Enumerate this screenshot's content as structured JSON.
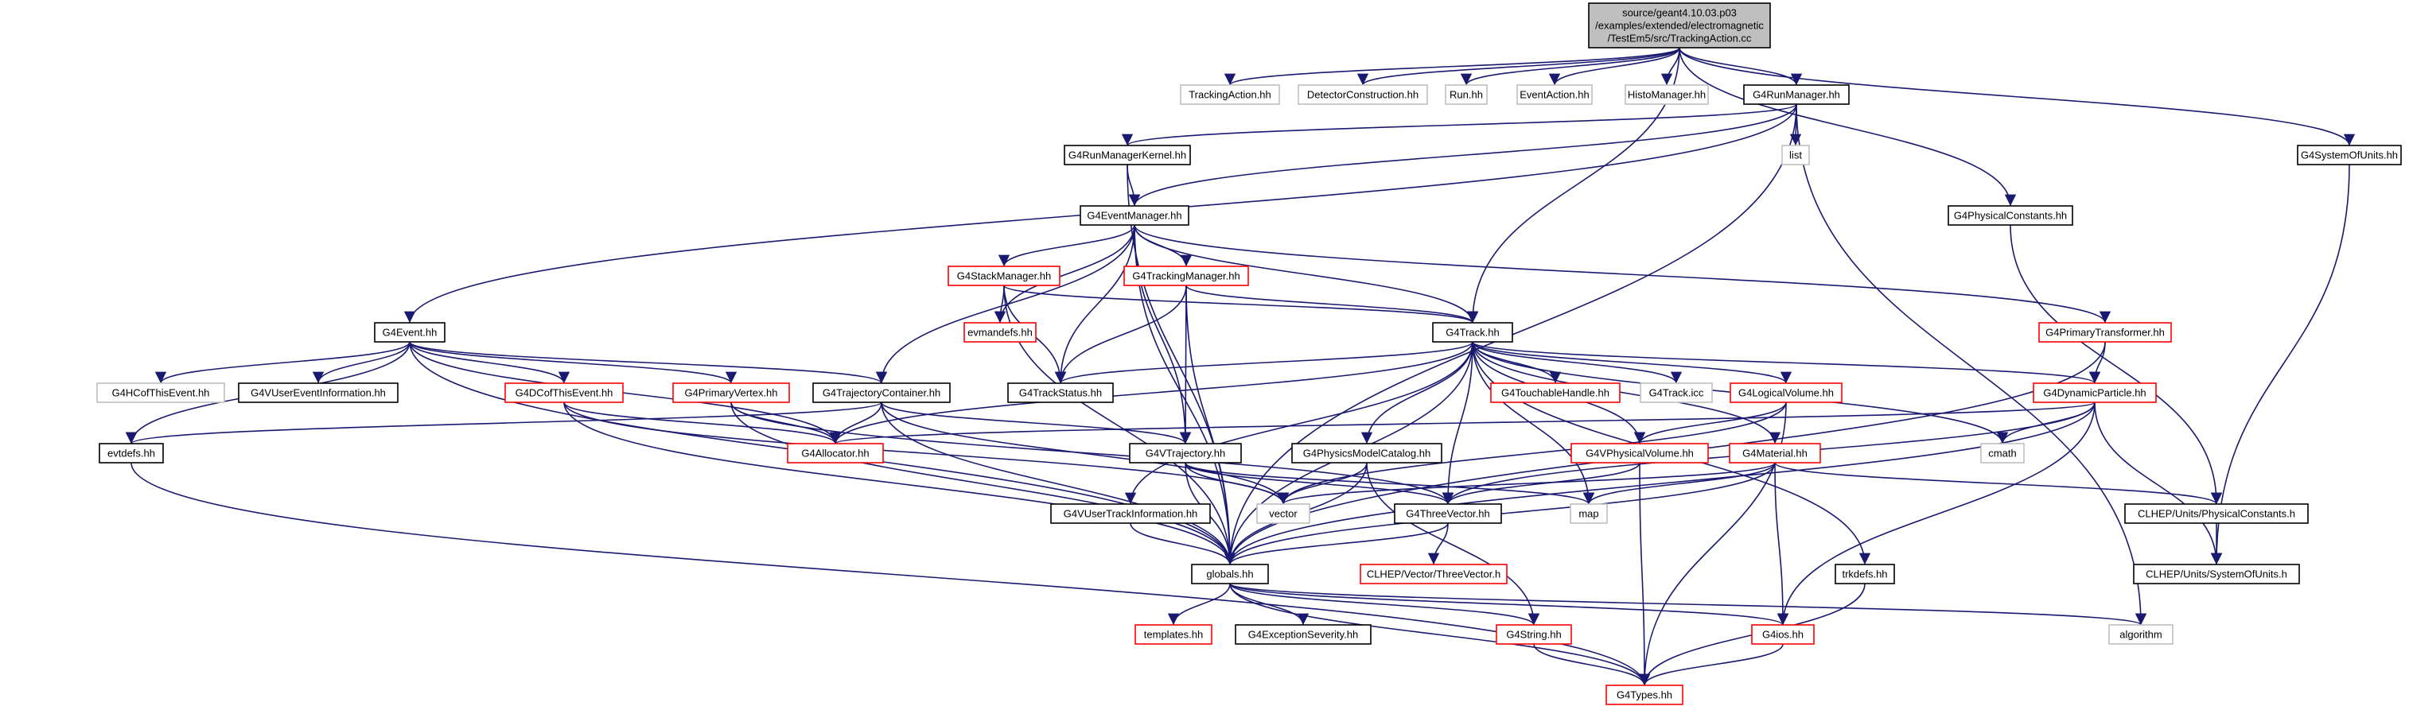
{
  "nodes": [
    {
      "id": "root",
      "label": "source/geant4.10.03.p03\n/examples/extended/electromagnetic\n/TestEm5/src/TrackingAction.cc",
      "style": "root"
    },
    {
      "id": "TrackingAction",
      "label": "TrackingAction.hh",
      "style": "gray"
    },
    {
      "id": "DetectorConstruction",
      "label": "DetectorConstruction.hh",
      "style": "gray"
    },
    {
      "id": "Run",
      "label": "Run.hh",
      "style": "gray"
    },
    {
      "id": "EventAction",
      "label": "EventAction.hh",
      "style": "gray"
    },
    {
      "id": "HistoManager",
      "label": "HistoManager.hh",
      "style": "gray"
    },
    {
      "id": "G4RunManager",
      "label": "G4RunManager.hh",
      "style": "normal"
    },
    {
      "id": "list",
      "label": "list",
      "style": "gray"
    },
    {
      "id": "G4SystemOfUnits",
      "label": "G4SystemOfUnits.hh",
      "style": "normal"
    },
    {
      "id": "G4RunManagerKernel",
      "label": "G4RunManagerKernel.hh",
      "style": "normal"
    },
    {
      "id": "G4EventManager",
      "label": "G4EventManager.hh",
      "style": "normal"
    },
    {
      "id": "G4PhysicalConstants",
      "label": "G4PhysicalConstants.hh",
      "style": "normal"
    },
    {
      "id": "G4StackManager",
      "label": "G4StackManager.hh",
      "style": "red"
    },
    {
      "id": "G4TrackingManager",
      "label": "G4TrackingManager.hh",
      "style": "red"
    },
    {
      "id": "evmandefs",
      "label": "evmandefs.hh",
      "style": "red"
    },
    {
      "id": "G4Track",
      "label": "G4Track.hh",
      "style": "normal"
    },
    {
      "id": "G4PrimaryTransformer",
      "label": "G4PrimaryTransformer.hh",
      "style": "red"
    },
    {
      "id": "G4Event",
      "label": "G4Event.hh",
      "style": "normal"
    },
    {
      "id": "G4HCofThisEvent",
      "label": "G4HCofThisEvent.hh",
      "style": "gray"
    },
    {
      "id": "G4VUserEventInformation",
      "label": "G4VUserEventInformation.hh",
      "style": "normal"
    },
    {
      "id": "G4DCofThisEvent",
      "label": "G4DCofThisEvent.hh",
      "style": "red"
    },
    {
      "id": "G4PrimaryVertex",
      "label": "G4PrimaryVertex.hh",
      "style": "red"
    },
    {
      "id": "G4TrajectoryContainer",
      "label": "G4TrajectoryContainer.hh",
      "style": "normal"
    },
    {
      "id": "G4TrackStatus",
      "label": "G4TrackStatus.hh",
      "style": "normal"
    },
    {
      "id": "G4TouchableHandle",
      "label": "G4TouchableHandle.hh",
      "style": "red"
    },
    {
      "id": "G4Trackicc",
      "label": "G4Track.icc",
      "style": "gray"
    },
    {
      "id": "G4LogicalVolume",
      "label": "G4LogicalVolume.hh",
      "style": "red"
    },
    {
      "id": "G4DynamicParticle",
      "label": "G4DynamicParticle.hh",
      "style": "red"
    },
    {
      "id": "evtdefs",
      "label": "evtdefs.hh",
      "style": "normal"
    },
    {
      "id": "G4Allocator",
      "label": "G4Allocator.hh",
      "style": "red"
    },
    {
      "id": "G4VTrajectory",
      "label": "G4VTrajectory.hh",
      "style": "normal"
    },
    {
      "id": "G4PhysicsModelCatalog",
      "label": "G4PhysicsModelCatalog.hh",
      "style": "normal"
    },
    {
      "id": "G4VPhysicalVolume",
      "label": "G4VPhysicalVolume.hh",
      "style": "red"
    },
    {
      "id": "G4Material",
      "label": "G4Material.hh",
      "style": "red"
    },
    {
      "id": "cmath",
      "label": "cmath",
      "style": "gray"
    },
    {
      "id": "vector",
      "label": "vector",
      "style": "gray"
    },
    {
      "id": "map",
      "label": "map",
      "style": "gray"
    },
    {
      "id": "G4VUserTrackInformation",
      "label": "G4VUserTrackInformation.hh",
      "style": "normal"
    },
    {
      "id": "G4ThreeVector",
      "label": "G4ThreeVector.hh",
      "style": "normal"
    },
    {
      "id": "CLHEPPhysicalConstants",
      "label": "CLHEP/Units/PhysicalConstants.h",
      "style": "normal"
    },
    {
      "id": "CLHEPSystemOfUnits",
      "label": "CLHEP/Units/SystemOfUnits.h",
      "style": "normal"
    },
    {
      "id": "globals",
      "label": "globals.hh",
      "style": "normal"
    },
    {
      "id": "CLHEPThreeVector",
      "label": "CLHEP/Vector/ThreeVector.h",
      "style": "red"
    },
    {
      "id": "trkdefs",
      "label": "trkdefs.hh",
      "style": "normal"
    },
    {
      "id": "templates",
      "label": "templates.hh",
      "style": "red"
    },
    {
      "id": "G4ExceptionSeverity",
      "label": "G4ExceptionSeverity.hh",
      "style": "normal"
    },
    {
      "id": "G4String",
      "label": "G4String.hh",
      "style": "red"
    },
    {
      "id": "G4ios",
      "label": "G4ios.hh",
      "style": "red"
    },
    {
      "id": "algorithm",
      "label": "algorithm",
      "style": "gray"
    },
    {
      "id": "G4Types",
      "label": "G4Types.hh",
      "style": "red"
    }
  ],
  "edges": [
    [
      "root",
      "TrackingAction"
    ],
    [
      "root",
      "DetectorConstruction"
    ],
    [
      "root",
      "Run"
    ],
    [
      "root",
      "EventAction"
    ],
    [
      "root",
      "HistoManager"
    ],
    [
      "root",
      "G4RunManager"
    ],
    [
      "root",
      "G4SystemOfUnits"
    ],
    [
      "root",
      "G4PhysicalConstants"
    ],
    [
      "root",
      "G4Track"
    ],
    [
      "G4RunManager",
      "list"
    ],
    [
      "G4RunManager",
      "G4RunManagerKernel"
    ],
    [
      "G4RunManager",
      "G4EventManager"
    ],
    [
      "G4RunManager",
      "G4Event"
    ],
    [
      "G4RunManager",
      "globals"
    ],
    [
      "G4RunManager",
      "algorithm"
    ],
    [
      "G4SystemOfUnits",
      "CLHEPSystemOfUnits"
    ],
    [
      "G4PhysicalConstants",
      "CLHEPPhysicalConstants"
    ],
    [
      "G4RunManagerKernel",
      "G4EventManager"
    ],
    [
      "G4RunManagerKernel",
      "globals"
    ],
    [
      "G4EventManager",
      "G4StackManager"
    ],
    [
      "G4EventManager",
      "G4TrackingManager"
    ],
    [
      "G4EventManager",
      "evmandefs"
    ],
    [
      "G4EventManager",
      "G4Track"
    ],
    [
      "G4EventManager",
      "G4PrimaryTransformer"
    ],
    [
      "G4EventManager",
      "G4TrajectoryContainer"
    ],
    [
      "G4EventManager",
      "G4TrackStatus"
    ],
    [
      "G4EventManager",
      "G4VTrajectory"
    ],
    [
      "G4EventManager",
      "globals"
    ],
    [
      "G4StackManager",
      "evmandefs"
    ],
    [
      "G4StackManager",
      "G4Track"
    ],
    [
      "G4StackManager",
      "G4TrackStatus"
    ],
    [
      "G4StackManager",
      "globals"
    ],
    [
      "G4TrackingManager",
      "G4Track"
    ],
    [
      "G4TrackingManager",
      "G4TrackStatus"
    ],
    [
      "G4TrackingManager",
      "G4VTrajectory"
    ],
    [
      "G4TrackingManager",
      "globals"
    ],
    [
      "G4Track",
      "G4TrackStatus"
    ],
    [
      "G4Track",
      "G4TouchableHandle"
    ],
    [
      "G4Track",
      "G4Trackicc"
    ],
    [
      "G4Track",
      "G4LogicalVolume"
    ],
    [
      "G4Track",
      "G4DynamicParticle"
    ],
    [
      "G4Track",
      "G4Allocator"
    ],
    [
      "G4Track",
      "G4PhysicsModelCatalog"
    ],
    [
      "G4Track",
      "G4VPhysicalVolume"
    ],
    [
      "G4Track",
      "G4Material"
    ],
    [
      "G4Track",
      "cmath"
    ],
    [
      "G4Track",
      "map"
    ],
    [
      "G4Track",
      "G4VUserTrackInformation"
    ],
    [
      "G4Track",
      "G4ThreeVector"
    ],
    [
      "G4Track",
      "globals"
    ],
    [
      "G4Track",
      "trkdefs"
    ],
    [
      "G4PrimaryTransformer",
      "G4DynamicParticle"
    ],
    [
      "G4PrimaryTransformer",
      "globals"
    ],
    [
      "G4Event",
      "G4HCofThisEvent"
    ],
    [
      "G4Event",
      "G4VUserEventInformation"
    ],
    [
      "G4Event",
      "G4DCofThisEvent"
    ],
    [
      "G4Event",
      "G4PrimaryVertex"
    ],
    [
      "G4Event",
      "G4TrajectoryContainer"
    ],
    [
      "G4Event",
      "evtdefs"
    ],
    [
      "G4Event",
      "G4Allocator"
    ],
    [
      "G4Event",
      "globals"
    ],
    [
      "G4DCofThisEvent",
      "G4Allocator"
    ],
    [
      "G4DCofThisEvent",
      "vector"
    ],
    [
      "G4DCofThisEvent",
      "globals"
    ],
    [
      "G4PrimaryVertex",
      "G4Allocator"
    ],
    [
      "G4PrimaryVertex",
      "G4ThreeVector"
    ],
    [
      "G4PrimaryVertex",
      "globals"
    ],
    [
      "G4TrajectoryContainer",
      "G4Allocator"
    ],
    [
      "G4TrajectoryContainer",
      "G4VTrajectory"
    ],
    [
      "G4TrajectoryContainer",
      "vector"
    ],
    [
      "G4TrajectoryContainer",
      "evtdefs"
    ],
    [
      "G4TrajectoryContainer",
      "globals"
    ],
    [
      "G4VTrajectory",
      "vector"
    ],
    [
      "G4VTrajectory",
      "G4ThreeVector"
    ],
    [
      "G4VTrajectory",
      "map"
    ],
    [
      "G4VTrajectory",
      "globals"
    ],
    [
      "G4PhysicsModelCatalog",
      "vector"
    ],
    [
      "G4PhysicsModelCatalog",
      "G4String"
    ],
    [
      "G4PhysicsModelCatalog",
      "globals"
    ],
    [
      "G4LogicalVolume",
      "G4VPhysicalVolume"
    ],
    [
      "G4LogicalVolume",
      "vector"
    ],
    [
      "G4LogicalVolume",
      "G4Types"
    ],
    [
      "G4VPhysicalVolume",
      "G4ThreeVector"
    ],
    [
      "G4VPhysicalVolume",
      "G4Types"
    ],
    [
      "G4Material",
      "vector"
    ],
    [
      "G4Material",
      "map"
    ],
    [
      "G4Material",
      "globals"
    ],
    [
      "G4Material",
      "G4ios"
    ],
    [
      "G4Material",
      "CLHEPPhysicalConstants"
    ],
    [
      "G4DynamicParticle",
      "cmath"
    ],
    [
      "G4DynamicParticle",
      "G4Allocator"
    ],
    [
      "G4DynamicParticle",
      "G4ThreeVector"
    ],
    [
      "G4DynamicParticle",
      "globals"
    ],
    [
      "G4DynamicParticle",
      "CLHEPSystemOfUnits"
    ],
    [
      "G4DynamicParticle",
      "G4ios"
    ],
    [
      "G4VUserTrackInformation",
      "globals"
    ],
    [
      "G4ThreeVector",
      "CLHEPThreeVector"
    ],
    [
      "G4ThreeVector",
      "globals"
    ],
    [
      "CLHEPPhysicalConstants",
      "CLHEPSystemOfUnits"
    ],
    [
      "evtdefs",
      "G4Types"
    ],
    [
      "trkdefs",
      "G4Types"
    ],
    [
      "globals",
      "templates"
    ],
    [
      "globals",
      "G4ExceptionSeverity"
    ],
    [
      "globals",
      "G4String"
    ],
    [
      "globals",
      "G4ios"
    ],
    [
      "globals",
      "algorithm"
    ],
    [
      "globals",
      "G4Types"
    ],
    [
      "G4String",
      "G4Types"
    ],
    [
      "G4ios",
      "G4Types"
    ]
  ]
}
